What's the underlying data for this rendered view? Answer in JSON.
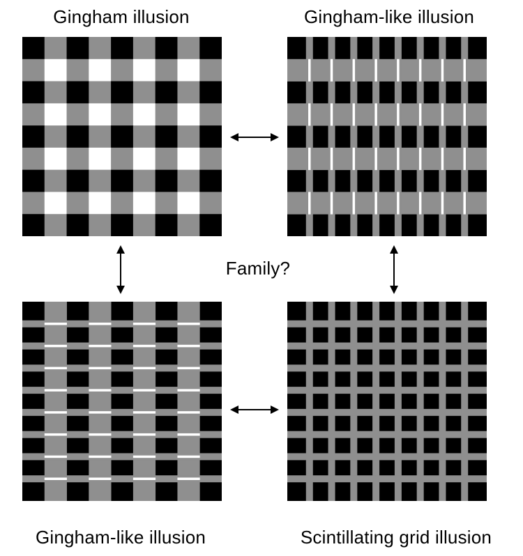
{
  "labels": {
    "top_left": "Gingham illusion",
    "top_right": "Gingham-like illusion",
    "bottom_left": "Gingham-like illusion",
    "bottom_right": "Scintillating grid illusion",
    "center": "Family?"
  },
  "colors": {
    "background": "#ffffff",
    "black": "#000000",
    "gray": "#8f8f8f",
    "white": "#ffffff",
    "text": "#000000"
  },
  "panels": {
    "top_left": {
      "pattern": "gingham",
      "columns": 9,
      "rows": 9
    },
    "top_right": {
      "pattern": "gingham-like-vertical",
      "columns": 9,
      "rows": 9
    },
    "bottom_left": {
      "pattern": "gingham-like-horizontal",
      "columns": 9,
      "rows": 9
    },
    "bottom_right": {
      "pattern": "scintillating-grid",
      "columns": 9,
      "rows": 9
    }
  }
}
